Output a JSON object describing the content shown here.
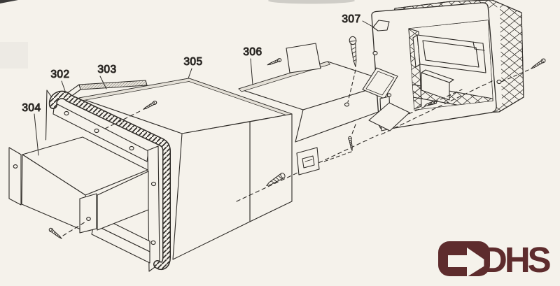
{
  "labels": [
    {
      "text": "302"
    },
    {
      "text": "303"
    },
    {
      "text": "304"
    },
    {
      "text": "305"
    },
    {
      "text": "306"
    },
    {
      "text": "307"
    }
  ],
  "logo": {
    "text": "DHS"
  },
  "colors": {
    "bg": "#f5f2eb",
    "ink": "#2d2a26",
    "shade": "#e4e0d7",
    "logo": "#5e2c2d"
  }
}
